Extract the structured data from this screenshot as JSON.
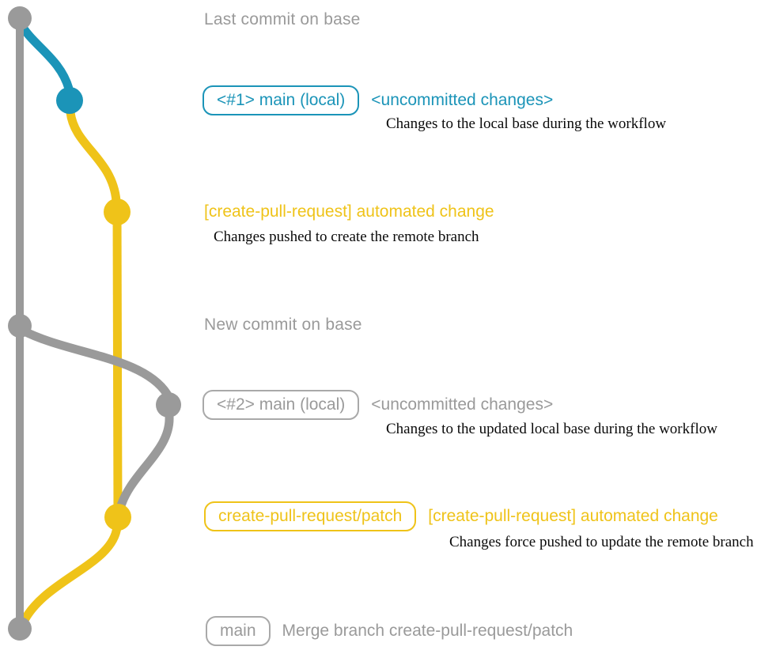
{
  "colors": {
    "gray": "#9a9a9a",
    "teal": "#1b94b8",
    "yellow": "#efc319",
    "note_text": "#0a0a0a",
    "background": "#ffffff"
  },
  "graph": {
    "description": "Git commit graph for create-pull-request workflow",
    "branch_colors": {
      "base": "#9a9a9a",
      "local_main": "#1b94b8",
      "remote_patch": "#efc319"
    },
    "nodes": [
      {
        "id": "last-commit-on-base",
        "color": "#9a9a9a"
      },
      {
        "id": "uncommitted-changes-1",
        "color": "#1b94b8"
      },
      {
        "id": "automated-change-1",
        "color": "#efc319"
      },
      {
        "id": "new-commit-on-base",
        "color": "#9a9a9a"
      },
      {
        "id": "uncommitted-changes-2",
        "color": "#9a9a9a"
      },
      {
        "id": "automated-change-2",
        "color": "#efc319"
      },
      {
        "id": "merge-commit",
        "color": "#9a9a9a"
      }
    ]
  },
  "annotations": {
    "last_commit_header": "Last commit on base",
    "badge_main_local_1": "<#1> main (local)",
    "uncommitted_1": "<uncommitted changes>",
    "note_1": "Changes to the local base during the workflow",
    "automated_change_1": "[create-pull-request] automated change",
    "note_2": "Changes pushed to create the remote branch",
    "new_commit_header": "New commit on base",
    "badge_main_local_2": "<#2> main (local)",
    "uncommitted_2": "<uncommitted changes>",
    "note_3": "Changes to the updated local base during the workflow",
    "badge_patch_branch": "create-pull-request/patch",
    "automated_change_2": "[create-pull-request] automated change",
    "note_4": "Changes force pushed to update the remote branch",
    "badge_main": "main",
    "merge_message": "Merge branch create-pull-request/patch"
  }
}
